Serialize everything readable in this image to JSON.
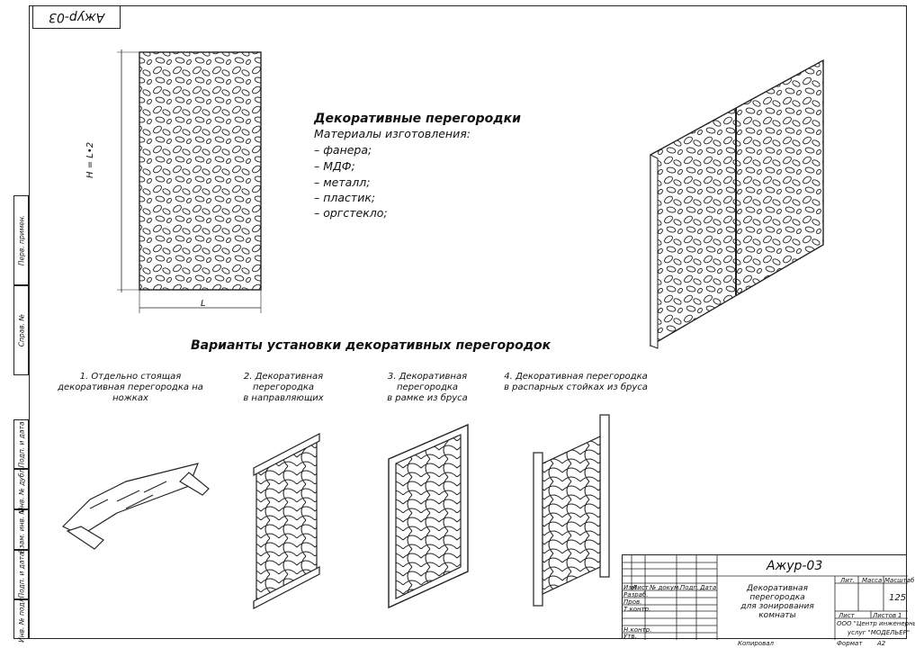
{
  "stamp": "Ажур-03",
  "side_labels": {
    "perv": "Перв. примен.",
    "sprav": "Справ. №",
    "podp_data_1": "Подп. и дата",
    "inv_dubl": "Инв. № дубл.",
    "vzam_inv": "Взам. инв. №",
    "podp_data_2": "Подп. и дата",
    "inv_podl": "Инв. № подл."
  },
  "dims": {
    "height": "H = L•2",
    "width": "L"
  },
  "description": {
    "heading": "Декоративные перегородки",
    "subheading": "Материалы изготовления:",
    "materials": [
      "– фанера;",
      "– МДФ;",
      "– металл;",
      "– пластик;",
      "– оргстекло;"
    ]
  },
  "section_title": "Варианты установки декоративных перегородок",
  "variants": [
    {
      "line1": "1. Отдельно стоящая",
      "line2": "декоративная перегородка на ножках"
    },
    {
      "line1": "2. Декоративная перегородка",
      "line2": "в направляющих"
    },
    {
      "line1": "3. Декоративная перегородка",
      "line2": "в рамке из бруса"
    },
    {
      "line1": "4. Декоративная перегородка",
      "line2": "в распарных стойках из бруса"
    }
  ],
  "title_block": {
    "doc_code": "Ажур-03",
    "name_line1": "Декоративная",
    "name_line2": "перегородка",
    "name_line3": "для зонирования комнаты",
    "col_izm": "Изм",
    "col_list": "Лист",
    "col_ndoc": "№ докум.",
    "col_podp": "Подп.",
    "col_data": "Дата",
    "razrab": "Разраб.",
    "prov": "Пров.",
    "tkontr": "Т.контр.",
    "nkontr": "Н.контр.",
    "utv": "Утв.",
    "lit": "Лит.",
    "massa": "Масса",
    "masshtab": "Масштаб",
    "massa_value": "125",
    "list_label": "Лист",
    "listov_label": "Листов",
    "listov_value": "1",
    "org_line1": "ООО \"Центр инженерных",
    "org_line2": "услуг \"МОДЕЛЬЕР\"",
    "kopiroval": "Копировал",
    "format_label": "Формат",
    "format_value": "А2"
  }
}
